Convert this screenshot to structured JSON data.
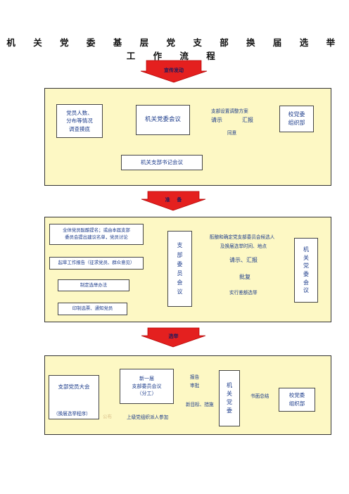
{
  "title": "机 关 党 委 基 层 党 支 部 换 届 选 举 工 作 流 程",
  "stages": [
    {
      "label": "宣传发动"
    },
    {
      "label": "准    备"
    },
    {
      "label": "选举"
    }
  ],
  "section1": {
    "survey": "党员人数、\n分布等情况\n调查摸底",
    "committee_meeting": "机关党委会议",
    "school_org": "校党委\n组织部",
    "secretary_meeting": "机关支部书记会议",
    "adjust_plan": "支部设置调整方案",
    "request": "请示",
    "report": "汇报",
    "agree": "同意"
  },
  "section2": {
    "nominate": "全体党员酝酿提名；或由本届支部\n委员会提出建议名单，党员讨论",
    "draft_report": "起草工作报告（征求党员、群众意见）",
    "election_method": "制定选举办法",
    "print_ballots": "印制选票、通知党员",
    "branch_committee": "支\n部\n委\n员\n会\n议",
    "party_committee": "机\n关\n党\n委\n会\n议",
    "confirm_candidates_1": "酝酿和确定党支部委员会候选人",
    "confirm_candidates_2": "及换届选举时间、地点",
    "request_report": "请示、汇报",
    "approve": "批复",
    "differential_election": "实行差额选举"
  },
  "section3": {
    "member_assembly": "支部党员大会",
    "election_procedure": "（换届选举程序）",
    "new_committee": "新一届\n支部委员会议\n（分工）",
    "party_committee": "机\n关\n党\n委",
    "school_org": "校党委\n组织部",
    "report": "报告",
    "approve": "审批",
    "new_goals": "新目标、措施",
    "written_summary": "书面总结",
    "upper_org": "上级党组织派人参加",
    "faint_mark": "公布"
  }
}
